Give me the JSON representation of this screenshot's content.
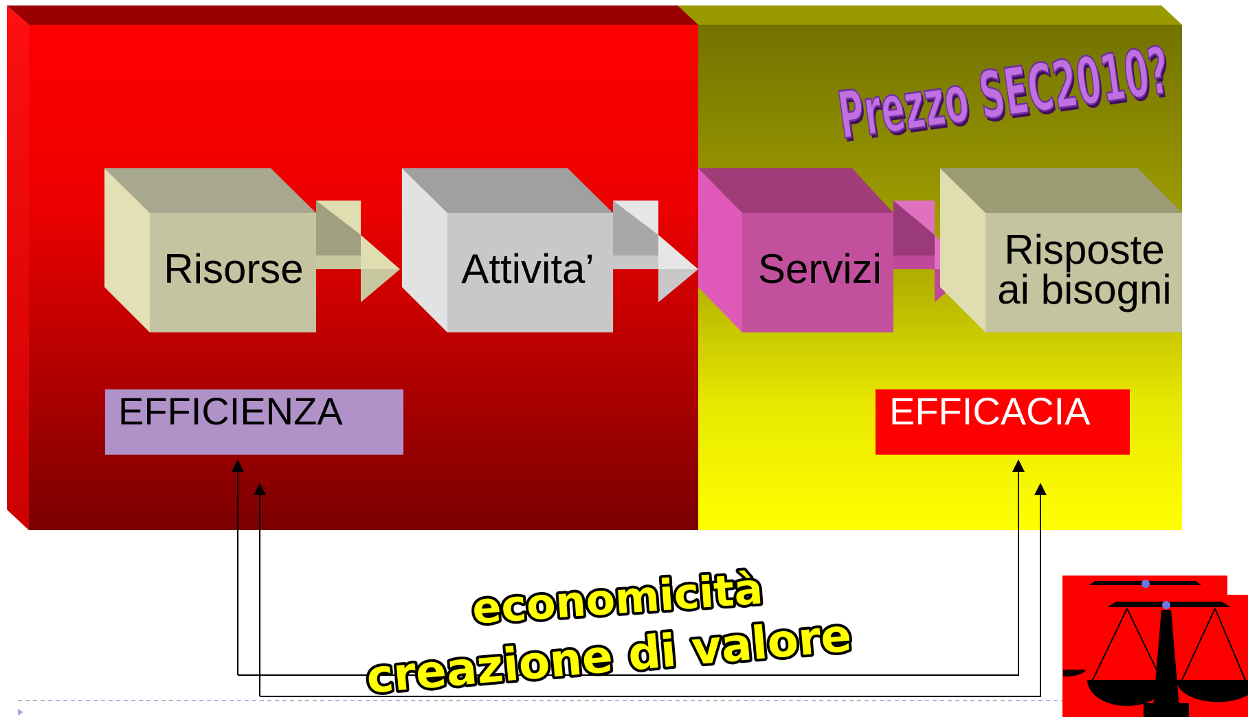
{
  "flow": {
    "steps": [
      {
        "label": "Risorse"
      },
      {
        "label": "Attivita’"
      },
      {
        "label": "Servizi"
      },
      {
        "label_line1": "Risposte",
        "label_line2": "ai bisogni"
      }
    ]
  },
  "labels": {
    "efficiency": "EFFICIENZA",
    "effectiveness": "EFFICACIA",
    "question": "Prezzo SEC2010?",
    "economy": "economicità",
    "value_creation": "creazione di valore"
  },
  "colors": {
    "efficiency_panel": "#e00000",
    "effectiveness_panel": "#8a8a00",
    "efficiency_label_bg": "#b092c8",
    "effectiveness_label_bg": "#ff0000",
    "wordart_fill": "#ffff00",
    "question_fill": "#c070e0"
  },
  "icons": {
    "balance_scale": "balance-scale-icon"
  }
}
